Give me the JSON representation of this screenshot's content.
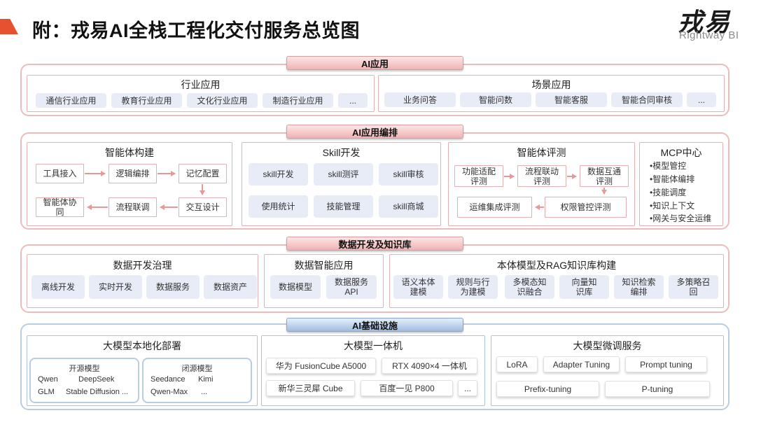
{
  "header": {
    "title": "附：戎易AI全栈工程化交付服务总览图",
    "logo_cn": "戎易",
    "logo_en": "Rightway BI"
  },
  "colors": {
    "accent": "#e8512f",
    "red_border": "#ecbcbc",
    "blue_border": "#b9cde2",
    "chip_bg": "#e8ecf7"
  },
  "ai_app": {
    "badge": "AI应用",
    "industry": {
      "title": "行业应用",
      "items": [
        "通信行业应用",
        "教育行业应用",
        "文化行业应用",
        "制造行业应用",
        "..."
      ]
    },
    "scenario": {
      "title": "场景应用",
      "items": [
        "业务问答",
        "智能问数",
        "智能客服",
        "智能合同审核",
        "..."
      ]
    }
  },
  "orchestration": {
    "badge": "AI应用编排",
    "agent_build": {
      "title": "智能体构建",
      "steps": [
        "工具接入",
        "逻辑编排",
        "记忆配置",
        "交互设计",
        "流程联调",
        "智能体协同"
      ]
    },
    "skill": {
      "title": "Skill开发",
      "items": [
        "skill开发",
        "skill测评",
        "skill审核",
        "使用统计",
        "技能管理",
        "skill商城"
      ]
    },
    "agent_eval": {
      "title": "智能体评测",
      "steps": [
        "功能适配评测",
        "流程联动评测",
        "数据互通评测",
        "权限管控评测",
        "运维集成评测"
      ]
    },
    "mcp": {
      "title": "MCP中心",
      "items": [
        "•模型管控",
        "•智能体编排",
        "•技能调度",
        "•知识上下文",
        "•网关与安全运维"
      ]
    }
  },
  "data_kb": {
    "badge": "数据开发及知识库",
    "governance": {
      "title": "数据开发治理",
      "items": [
        "离线开发",
        "实时开发",
        "数据服务",
        "数据资产"
      ]
    },
    "intelligent": {
      "title": "数据智能应用",
      "items": [
        "数据模型",
        "数据服务API"
      ]
    },
    "ontology": {
      "title": "本体模型及RAG知识库构建",
      "items": [
        "语义本体建模",
        "规则与行为建模",
        "多模态知识融合",
        "向量知识库",
        "知识检索编排",
        "多策略召回"
      ]
    }
  },
  "infra": {
    "badge": "AI基础设施",
    "local": {
      "title": "大模型本地化部署",
      "open": {
        "title": "开源模型",
        "items": [
          "Qwen",
          "DeepSeek",
          "GLM",
          "Stable Diffusion ..."
        ]
      },
      "closed": {
        "title": "闭源模型",
        "items": [
          "Seedance",
          "Kimi",
          "Qwen-Max",
          "..."
        ]
      }
    },
    "appliance": {
      "title": "大模型一体机",
      "items": [
        "华为 FusionCube A5000",
        "RTX 4090×4 一体机",
        "新华三灵犀 Cube",
        "百度一见 P800",
        "..."
      ]
    },
    "finetune": {
      "title": "大模型微调服务",
      "items": [
        "LoRA",
        "Adapter Tuning",
        "Prompt tuning",
        "Prefix-tuning",
        "P-tuning"
      ]
    }
  }
}
